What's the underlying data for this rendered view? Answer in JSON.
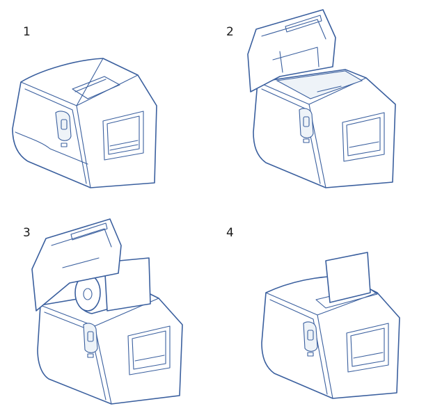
{
  "steps": [
    {
      "label": "1"
    },
    {
      "label": "2"
    },
    {
      "label": "3"
    },
    {
      "label": "4"
    }
  ],
  "colors": {
    "line": "#3a5f9e",
    "background": "#ffffff"
  }
}
